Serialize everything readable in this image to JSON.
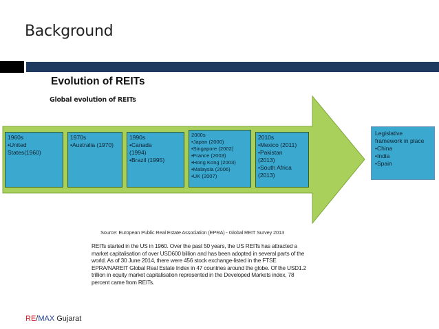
{
  "slide": {
    "title": "Background",
    "section_title": "Evolution of REITs",
    "subtitle": "Global evolution of REITs"
  },
  "timeline": [
    {
      "period": "1960s",
      "items": [
        "•United",
        "States(1960)"
      ]
    },
    {
      "period": "1970s",
      "items": [
        "•Australia (1970)"
      ]
    },
    {
      "period": "1990s",
      "items": [
        "•Canada",
        "(1994)",
        "•Brazil (1995)"
      ]
    },
    {
      "period": "2000s",
      "items": [
        "•Japan (2000)",
        "•Singapore (2002)",
        "•France (2003)",
        "•Hong Kong (2003)",
        "•Malaysia (2006)",
        "•UK (2007)"
      ]
    },
    {
      "period": "2010s",
      "items": [
        "•Mexico (2011)",
        "•Pakistan",
        "(2013)",
        "•South Africa",
        "(2013)"
      ]
    }
  ],
  "legislative": {
    "heading_line1": "Legislative",
    "heading_line2": "framework in place",
    "items": [
      "•China",
      "•India",
      "•Spain"
    ]
  },
  "source": "Source: European Public Real Estate Association (EPRA) - Global REIT Survey 2013",
  "paragraph": "REITs started in the US in 1960. Over the past 50 years, the US REITs has attracted a market capitalisation of over USD600 billion and has been adopted in several parts of the world. As of 30 June 2014, there were 456 stock exchange-listed in the FTSE EPRA/NAREIT Global Real Estate Index in 47 countries around the globe. Of the USD1.2 trillion in equity market capitalisation represented in the Developed Markets index, 78 percent came from REITs.",
  "brand": {
    "part1": "RE",
    "part2": "/",
    "part3": "MAX",
    "part4": " Gujarat"
  },
  "colors": {
    "arrow_green": "#a8d05a",
    "box_blue": "#3ba9cf",
    "header_bar": "#1f3a5f",
    "brand_red": "#d0202a",
    "brand_blue": "#1f3f8f"
  }
}
